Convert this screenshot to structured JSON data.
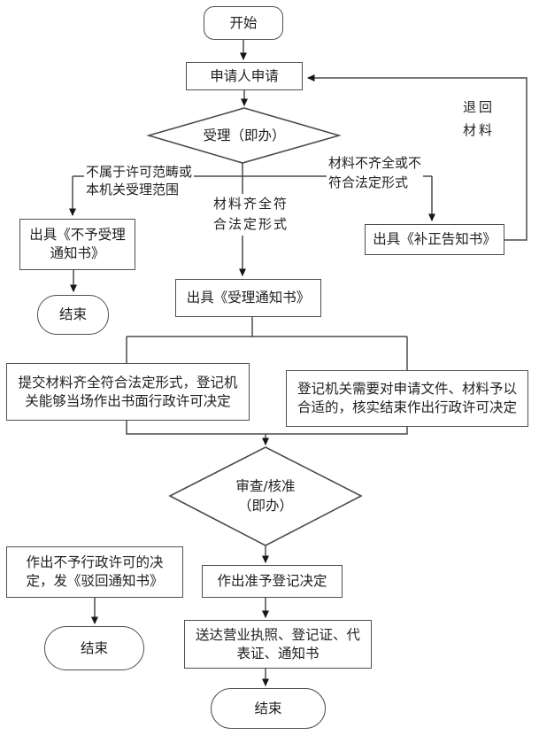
{
  "diagram": {
    "nodes": {
      "start": "开始",
      "apply": "申请人申请",
      "accept_decision": "受理（即办）",
      "reject_notice": "出具《不予受理\n通知书》",
      "end1": "结束",
      "accept_notice": "出具《受理通知书》",
      "supplement_notice": "出具《补正告知书》",
      "onsite_box": "提交材料齐全符合法定形式，登记机\n关能够当场作出书面行政许可决定",
      "verify_box": "登记机关需要对申请文件、材料予以\n合适的，核实结束作出行政许可决定",
      "review_decision": "审查/核准\n（即办）",
      "deny_box": "作出不予行政许可的决\n定，发《驳回通知书》",
      "end2": "结束",
      "grant_box": "作出准予登记决定",
      "deliver_box": "送达营业执照、登记证、代\n表证、通知书",
      "end3": "结束"
    },
    "edge_labels": {
      "not_in_scope": "不属于许可范畴或\n本机关受理范围",
      "complete": "材料齐全符\n合法定形式",
      "incomplete": "材料不齐全或不\n符合法定形式",
      "return_materials": "退回\n材料"
    },
    "colors": {
      "line": "#4a4a4a",
      "arrow": "#161616",
      "text": "#1f1f1f",
      "node_fill": "#ffffff",
      "background": "#ffffff"
    }
  }
}
